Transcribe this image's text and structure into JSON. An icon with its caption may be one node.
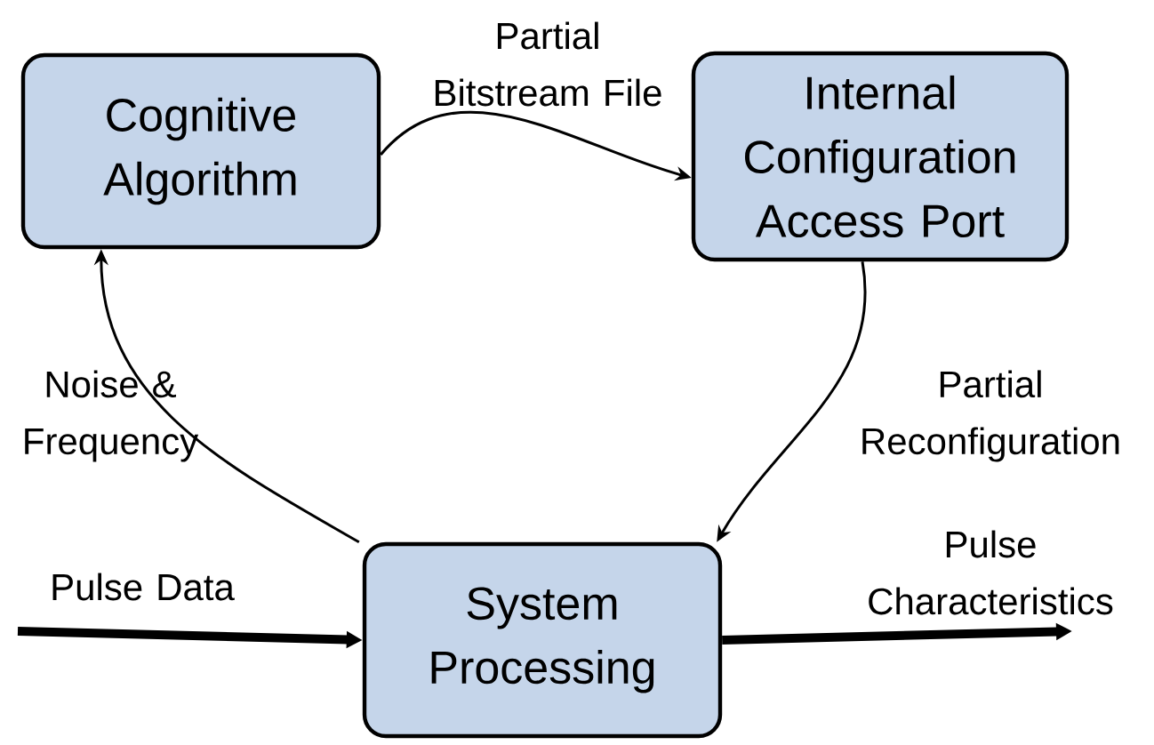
{
  "diagram": {
    "nodes": [
      {
        "text": [
          "Cognitive Algorithm"
        ]
      },
      {
        "text": [
          "Internal Configuration Access Port"
        ]
      },
      {
        "text": [
          "System Processing"
        ]
      }
    ],
    "edges": [
      {
        "from": 0,
        "to": 1,
        "arrow": "to",
        "label": "Partial Bitstream File"
      },
      {
        "from": 1,
        "to": 2,
        "arrow": "to",
        "label": "Partial Reconfiguration"
      },
      {
        "from": 2,
        "to": 0,
        "arrow": "to",
        "label": "Noise & Frequency"
      },
      {
        "from": null,
        "to": 2,
        "arrow": "to",
        "label": "Pulse Data",
        "style": "thick"
      },
      {
        "from": 2,
        "to": null,
        "arrow": "to",
        "label": "Pulse Characteristics",
        "style": "thick"
      }
    ]
  }
}
